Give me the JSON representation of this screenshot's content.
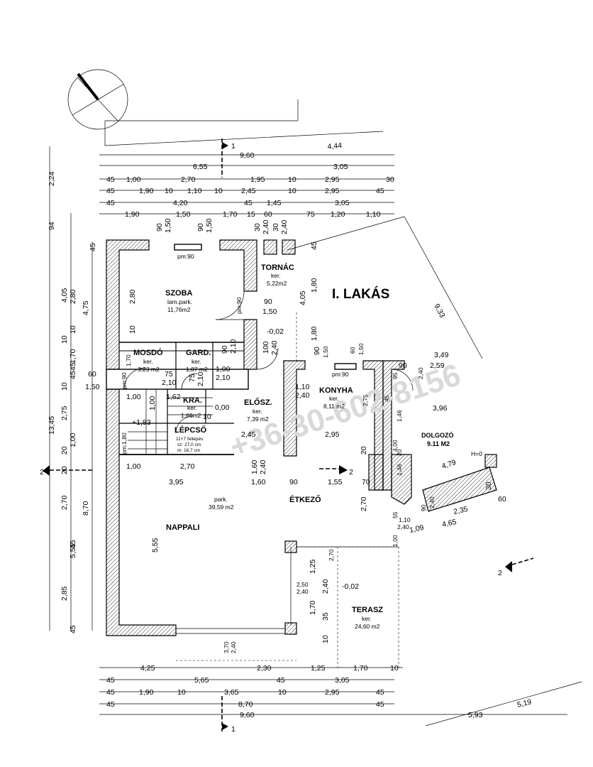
{
  "plan": {
    "apartment_label": "I. LAKÁS",
    "watermark": "+36-30-602-8156",
    "rooms": [
      {
        "key": "szoba",
        "name": "SZOBA",
        "floor": "lam.park.",
        "area": "11,76m2"
      },
      {
        "key": "tornac",
        "name": "TORNÁC",
        "floor": "ker.",
        "area": "5,22m2"
      },
      {
        "key": "mosdo",
        "name": "MOSDÓ",
        "floor": "ker.",
        "area": "3,23 m2"
      },
      {
        "key": "gard",
        "name": "GARD.",
        "floor": "ker.",
        "area": "1,87 m2"
      },
      {
        "key": "kamra",
        "name": "KRA.",
        "floor": "ker.",
        "area": "1,66m2"
      },
      {
        "key": "lepcso",
        "name": "LÉPCSŐ",
        "floor": "11+7 fellépés",
        "area": "sz: 27,0 cm",
        "extra": "m: 16,7 cm"
      },
      {
        "key": "eloszoba",
        "name": "ELŐSZ.",
        "floor": "ker.",
        "area": "7,39 m2"
      },
      {
        "key": "konyha",
        "name": "KONYHA",
        "floor": "ker.",
        "area": "8,11 m2"
      },
      {
        "key": "dolgozo",
        "name": "DOLGOZÓ",
        "floor": "",
        "area": "9.11 M2"
      },
      {
        "key": "etkezo",
        "name": "ÉTKEZŐ",
        "floor": "",
        "area": ""
      },
      {
        "key": "nappali",
        "name": "NAPPALI",
        "floor": "park.",
        "area": "39,59 m2"
      },
      {
        "key": "terasz",
        "name": "TERASZ",
        "floor": "ker.",
        "area": "24,60 m2"
      }
    ],
    "levels": {
      "tornac": "-0,02",
      "eloszoba": "0,00",
      "kamra": "+1,83",
      "terasz": "-0,02"
    },
    "section_marks": {
      "a": "1",
      "b": "2"
    },
    "openings": {
      "szoba_window": "pm:90",
      "konyha_window": "pm:90",
      "szoba_door": "pm:90",
      "mosdo_door": "pm:90",
      "lepcso_door": "pm:1,80"
    },
    "dims_top": {
      "row1": [
        "9,60",
        "4,44"
      ],
      "row2": [
        "6,55",
        "3,05"
      ],
      "row3": [
        "45",
        "1,00",
        "2,70",
        "1,95",
        "10",
        "2,95",
        "30"
      ],
      "row4": [
        "45",
        "1,90",
        "10",
        "1,10",
        "10",
        "2,45",
        "10",
        "2,95",
        "45"
      ],
      "row5": [
        "45",
        "4,20",
        "45",
        "1,45",
        "3,05"
      ],
      "row6": [
        "1,90",
        "1,50",
        "1,70",
        "15",
        "60",
        "75",
        "1,20",
        "1,10"
      ]
    },
    "dims_bottom": {
      "row1": [
        "4,25",
        "2,30",
        "1,25",
        "1,70",
        "10"
      ],
      "row2": [
        "45",
        "5,65",
        "45",
        "3,05"
      ],
      "row3": [
        "45",
        "1,90",
        "10",
        "3,65",
        "10",
        "2,95",
        "45"
      ],
      "row4": [
        "45",
        "8,70",
        "45"
      ],
      "row5": [
        "9,60",
        "5,93",
        "5,19"
      ]
    },
    "dims_left": {
      "outer": [
        "2,24",
        "94",
        "13,45"
      ],
      "mid": [
        "4,05",
        "4,75",
        "2,80",
        "10",
        "1,70",
        "60",
        "1,50",
        "2,75",
        "1,00",
        "20",
        "2,70",
        "8,70",
        "5,55",
        "2,85",
        "45"
      ],
      "inner": [
        "45",
        "45",
        "10",
        "10",
        "20",
        "45",
        "45"
      ]
    },
    "dims_right": [
      "9,33",
      "3,49",
      "2,59",
      "3,96",
      "4,79",
      "2,35",
      "4,65",
      "1,09",
      "60",
      "30",
      "H=0"
    ],
    "dims_inner": {
      "szoba": [
        "90",
        "1,50",
        "90",
        "1,50",
        "2,80",
        "10",
        "90",
        "1,50"
      ],
      "tornac": [
        "30",
        "2,40",
        "30",
        "2,40",
        "45",
        "1,80",
        "4,05",
        "1,80",
        "90",
        "1,50",
        "60",
        "1,50"
      ],
      "mosdo": [
        "1,70",
        "75",
        "2,10",
        "1,00",
        "1,62",
        "75",
        "2,10",
        "90",
        "2,10",
        "1,00",
        "2,10",
        "100",
        "2,40"
      ],
      "mid": [
        "1,00",
        "10",
        "2,45",
        "1,10",
        "2,40",
        "2,95",
        "1,60",
        "2,40",
        "90",
        "1,55",
        "70",
        "2,70",
        "20"
      ],
      "nappali": [
        "1,00",
        "2,70",
        "3,95",
        "1,60",
        "5,55",
        "2,70",
        "1,25",
        "2,40",
        "2,50",
        "2,40",
        "1,70",
        "35",
        "10",
        "3,70",
        "2,40"
      ],
      "dolgozo": [
        "90",
        "2,40",
        "95",
        "45",
        "1,46",
        "2,75",
        "4,00",
        "20",
        "1,46",
        "90",
        "2,40",
        "55",
        "1,10",
        "2,40",
        "1,00"
      ]
    }
  }
}
